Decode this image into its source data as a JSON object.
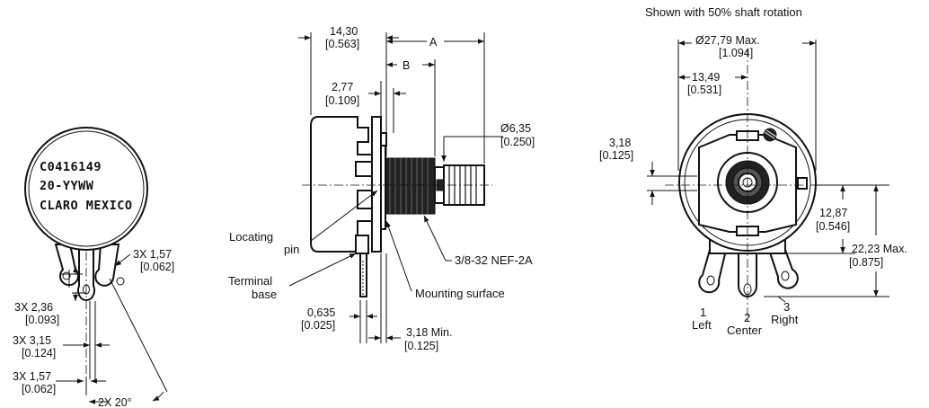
{
  "marking": {
    "line1": "C0416149",
    "line2": "20-YYWW",
    "line3": "CLARO MEXICO"
  },
  "left_view": {
    "dim_tab_width": "3X 1,57",
    "dim_tab_width_in": "[0.062]",
    "dim_hole": "3X 2,36",
    "dim_hole_in": "[0.093]",
    "dim_spacing": "3X 3,15",
    "dim_spacing_in": "[0.124]",
    "dim_pin_width": "3X 1,57",
    "dim_pin_width_in": "[0.062]",
    "dim_angle": "2X 20°"
  },
  "side_view": {
    "dim_body": "14,30",
    "dim_body_in": "[0.563]",
    "dim_a": "A",
    "dim_b": "B",
    "dim_277": "2,77",
    "dim_277_in": "[0.109]",
    "dim_shaft": "Ø6,35",
    "dim_shaft_in": "[0.250]",
    "label_locating": "Locating",
    "label_pin": "pin",
    "label_terminal": "Terminal",
    "label_base": "base",
    "label_thread": "3/8-32 NEF-2A",
    "label_mounting": "Mounting surface",
    "dim_0635": "0,635",
    "dim_0635_in": "[0.025]",
    "dim_318min": "3,18 Min.",
    "dim_318min_in": "[0.125]"
  },
  "front_view": {
    "note": "Shown with 50% shaft rotation",
    "dim_dia": "Ø27,79 Max.",
    "dim_dia_in": "[1.094]",
    "dim_1349": "13,49",
    "dim_1349_in": "[0.531]",
    "dim_318": "3,18",
    "dim_318_in": "[0.125]",
    "dim_1287": "12,87",
    "dim_1287_in": "[0.546]",
    "dim_2223": "22,23 Max.",
    "dim_2223_in": "[0.875]",
    "term1_num": "1",
    "term1_name": "Left",
    "term2_num": "2",
    "term2_name": "Center",
    "term3_num": "3",
    "term3_name": "Right"
  }
}
